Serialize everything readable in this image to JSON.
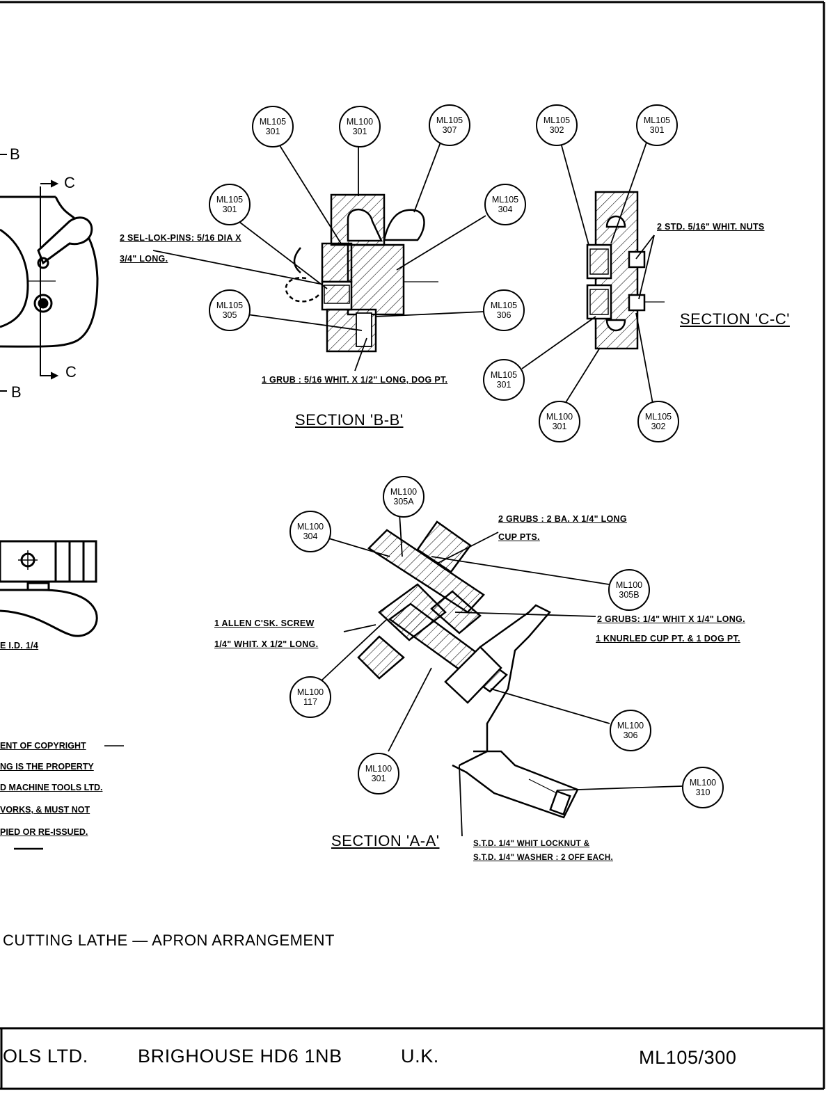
{
  "drawing": {
    "title": "CUTTING LATHE — APRON ARRANGEMENT",
    "number": "ML105/300"
  },
  "title_block": {
    "company_fragment": "OLS LTD.",
    "address": "BRIGHOUSE HD6 1NB",
    "country": "U.K."
  },
  "section_marks": {
    "b_top": "B",
    "b_bottom": "B",
    "c_top": "C",
    "c_bottom": "C"
  },
  "sections": {
    "bb": "SECTION 'B-B'",
    "cc": "SECTION 'C-C'",
    "aa": "SECTION 'A-A'"
  },
  "notes": {
    "sel_lok_line1": "2 SEL-LOK-PINS: 5/16 DIA X",
    "sel_lok_line2": "3/4\" LONG.",
    "grub_bb": "1 GRUB : 5/16 WHIT. X 1/2\" LONG, DOG PT.",
    "nuts_cc": "2 STD. 5/16\" WHIT. NUTS",
    "grubs_2ba_line1": "2 GRUBS : 2 BA. X 1/4\" LONG",
    "grubs_2ba_line2": "CUP PTS.",
    "allen_line1": "1 ALLEN C'SK. SCREW",
    "allen_line2": "1/4\" WHIT. X 1/2\" LONG.",
    "grubs_whit_line1": "2 GRUBS: 1/4\" WHIT X 1/4\" LONG.",
    "grubs_whit_line2": "1 KNURLED CUP PT. & 1 DOG PT.",
    "locknut_line1": "S.T.D. 1/4\" WHIT LOCKNUT &",
    "locknut_line2": "S.T.D. 1/4\" WASHER : 2 OFF EACH.",
    "left_fragment": "E I.D. 1/4"
  },
  "copyright_fragments": [
    "ENT OF COPYRIGHT",
    "NG IS THE PROPERTY",
    "D MACHINE TOOLS LTD.",
    "VORKS, & MUST NOT",
    "PIED OR RE-ISSUED."
  ],
  "balloons": [
    {
      "id": "b1",
      "line1": "ML105",
      "line2": "301"
    },
    {
      "id": "b2",
      "line1": "ML100",
      "line2": "301"
    },
    {
      "id": "b3",
      "line1": "ML105",
      "line2": "307"
    },
    {
      "id": "b4",
      "line1": "ML105",
      "line2": "301"
    },
    {
      "id": "b5",
      "line1": "ML105",
      "line2": "304"
    },
    {
      "id": "b6",
      "line1": "ML105",
      "line2": "305"
    },
    {
      "id": "b7",
      "line1": "ML105",
      "line2": "306"
    },
    {
      "id": "b8",
      "line1": "ML105",
      "line2": "302"
    },
    {
      "id": "b9",
      "line1": "ML105",
      "line2": "301"
    },
    {
      "id": "b10",
      "line1": "ML105",
      "line2": "301"
    },
    {
      "id": "b11",
      "line1": "ML100",
      "line2": "301"
    },
    {
      "id": "b12",
      "line1": "ML105",
      "line2": "302"
    },
    {
      "id": "b13",
      "line1": "ML100",
      "line2": "305A"
    },
    {
      "id": "b14",
      "line1": "ML100",
      "line2": "304"
    },
    {
      "id": "b15",
      "line1": "ML100",
      "line2": "305B"
    },
    {
      "id": "b16",
      "line1": "ML100",
      "line2": "117"
    },
    {
      "id": "b17",
      "line1": "ML100",
      "line2": "306"
    },
    {
      "id": "b18",
      "line1": "ML100",
      "line2": "301"
    },
    {
      "id": "b19",
      "line1": "ML100",
      "line2": "310"
    }
  ]
}
